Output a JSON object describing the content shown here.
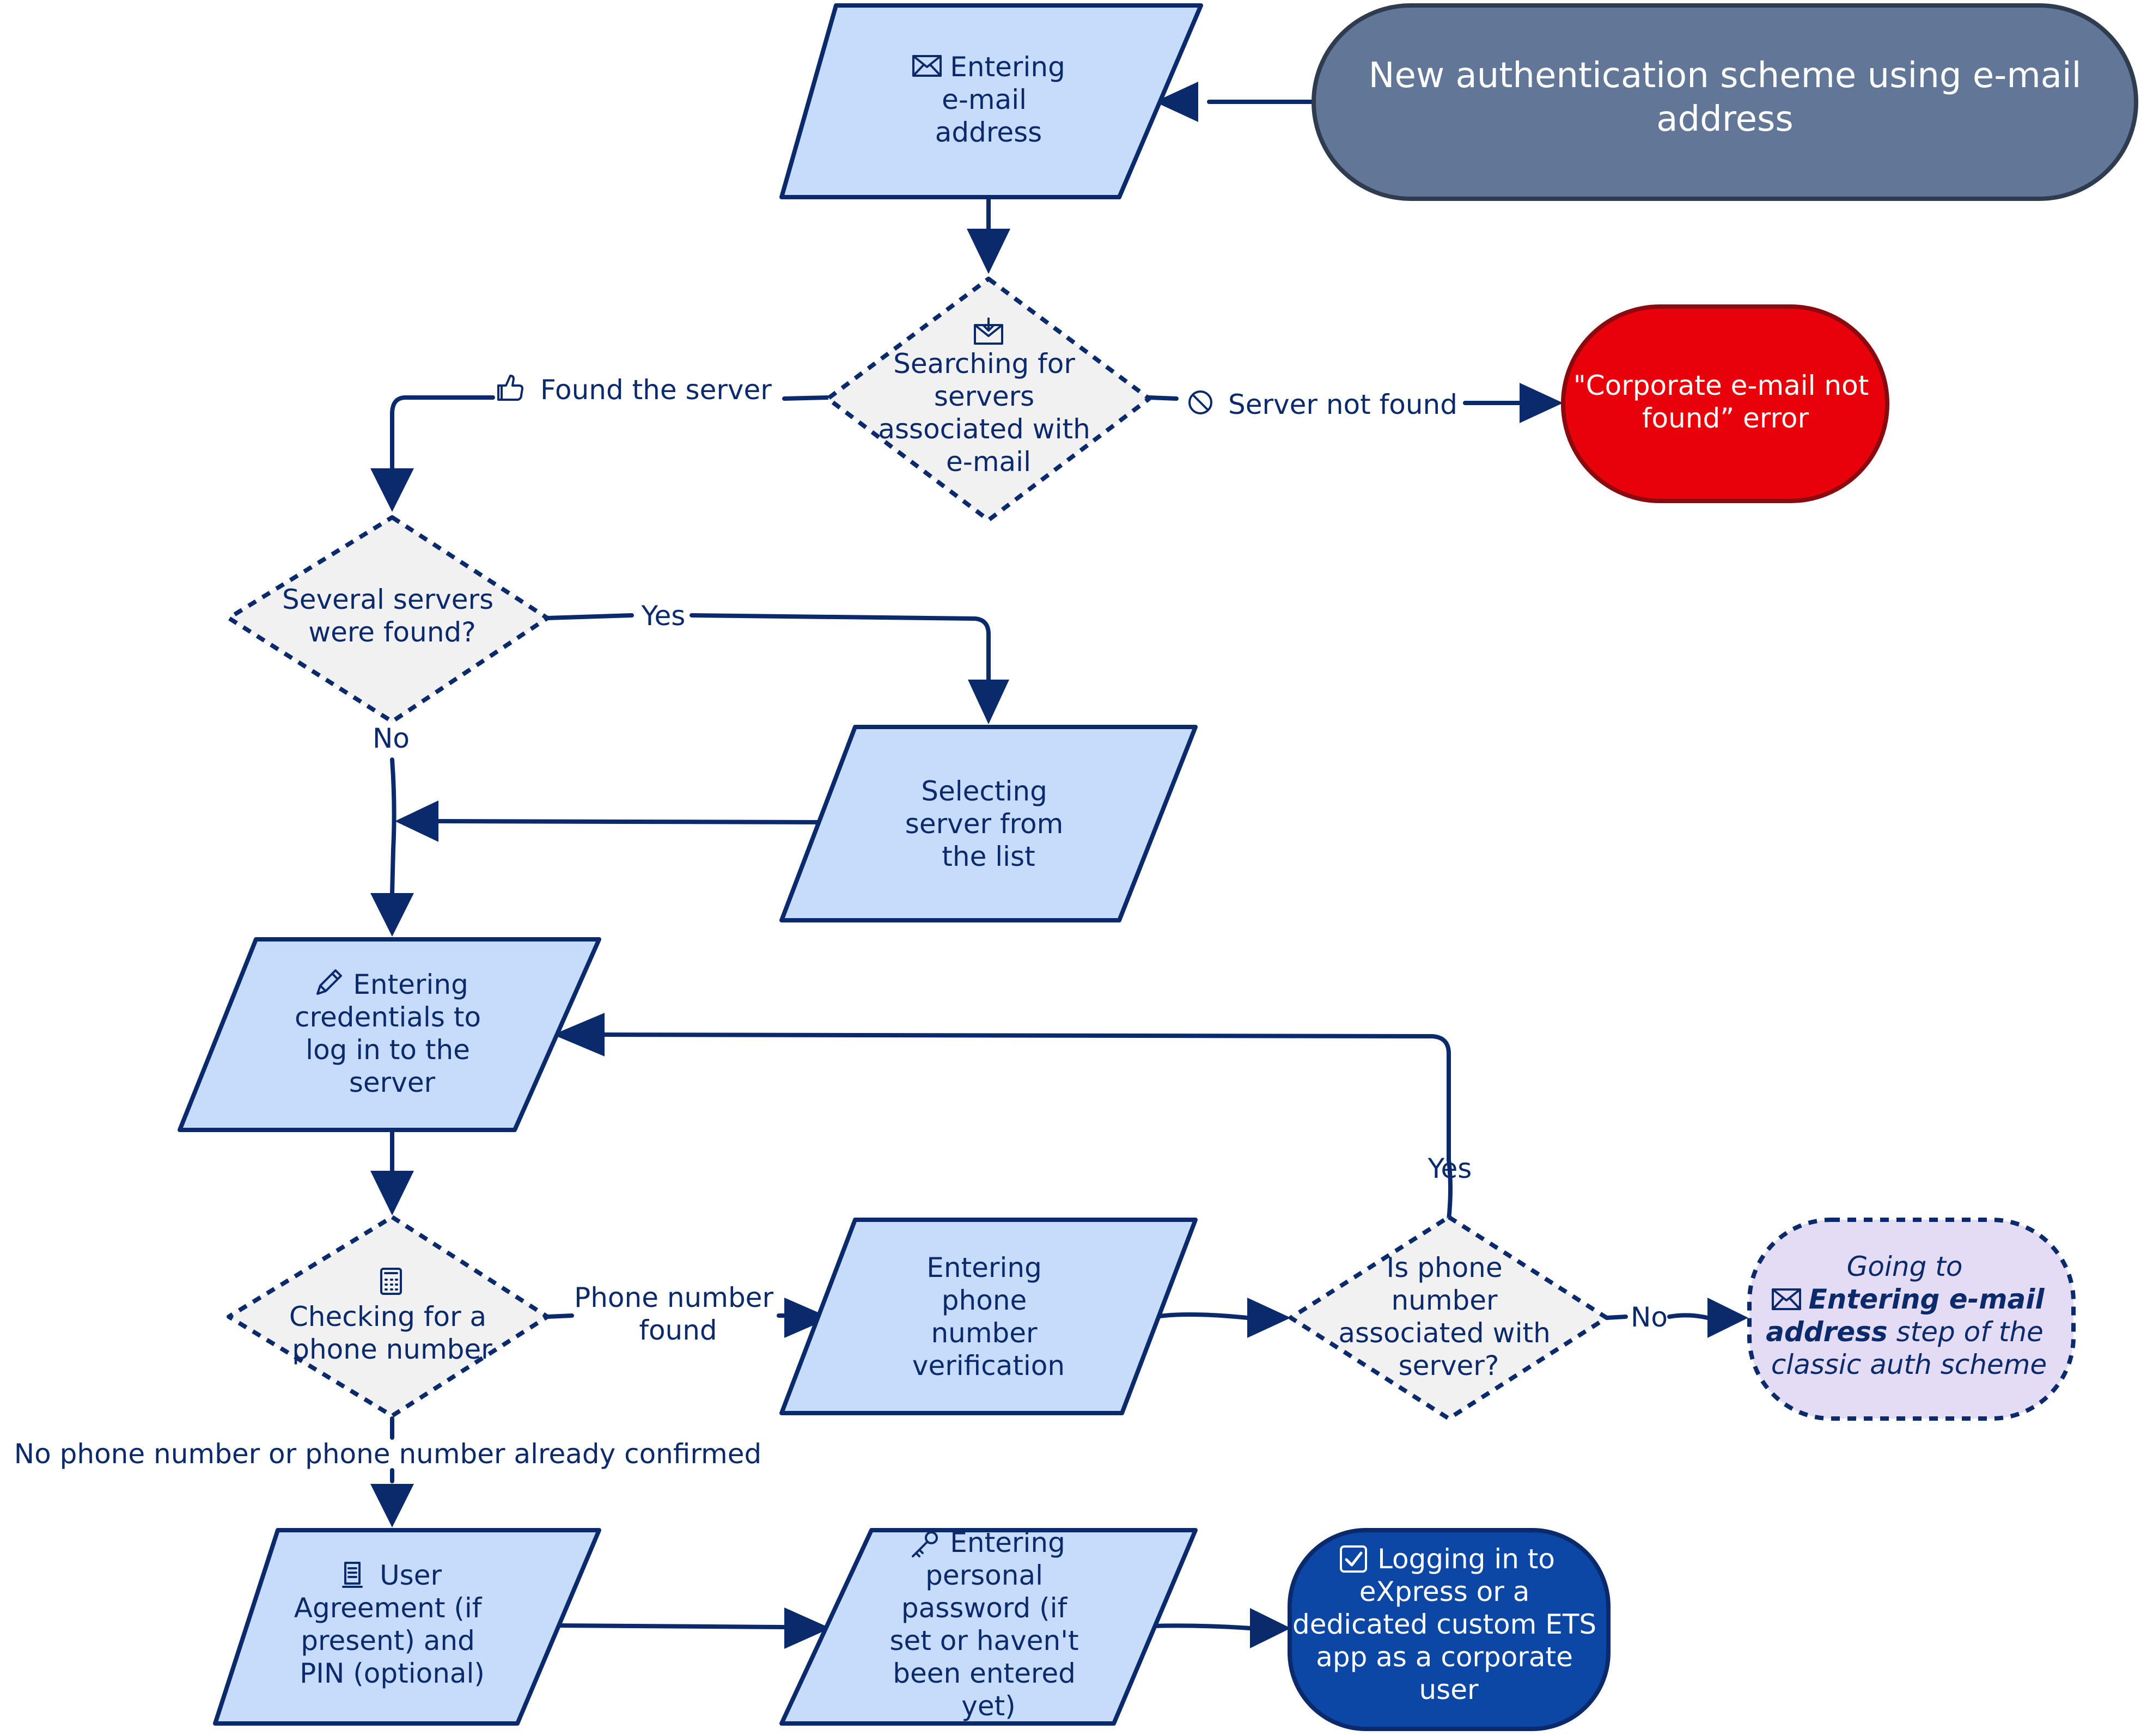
{
  "nodes": {
    "start": {
      "text": "New authentication scheme using e-mail address",
      "color": "#627797"
    },
    "enter_email": {
      "text": "Entering e-mail address",
      "icon": "envelope-icon"
    },
    "search": {
      "text": "Searching for servers associated with e-mail",
      "icon": "inbox-download-icon"
    },
    "not_found_error": {
      "text": "\"Corporate e-mail not found” error",
      "color": "#e8000b"
    },
    "several": {
      "text": "Several servers were found?"
    },
    "select_server": {
      "text": "Selecting server from the list"
    },
    "credentials": {
      "text": "Entering credentials to log in to the server",
      "icon": "pencil-icon"
    },
    "check_phone": {
      "text": "Checking for a phone number",
      "icon": "calculator-icon"
    },
    "phone_verify": {
      "text": "Entering phone number verification"
    },
    "phone_assoc": {
      "text": "Is phone number associated with server?"
    },
    "goto_classic": {
      "prefix": "Going to",
      "bold": "Entering e-mail address",
      "suffix": "step of the classic auth scheme",
      "icon": "envelope-icon",
      "color": "#e3dcf4"
    },
    "agreement": {
      "text": "User Agreement (if present) and PIN (optional)",
      "icon": "document-icon"
    },
    "password": {
      "text": "Entering personal password (if set or haven't been entered yet)",
      "icon": "key-icon"
    },
    "login": {
      "text": "Logging in to eXpress or a dedicated custom ETS app as a corporate user",
      "icon": "checkbox-icon",
      "color": "#0d47a6"
    }
  },
  "edges": {
    "found_server": {
      "text": "Found the server",
      "icon": "thumbs-up-icon"
    },
    "server_not_found": {
      "text": "Server not found",
      "icon": "prohibited-icon"
    },
    "several_yes": {
      "text": "Yes"
    },
    "several_no": {
      "text": "No"
    },
    "phone_found": {
      "text": "Phone number found"
    },
    "no_phone": {
      "text": "No phone number or phone number already confirmed"
    },
    "assoc_yes": {
      "text": "Yes"
    },
    "assoc_no": {
      "text": "No"
    }
  },
  "colors": {
    "line": "#0b2a6b",
    "io_fill": "#c6dcfa",
    "decision_fill": "#f1f1f1"
  }
}
